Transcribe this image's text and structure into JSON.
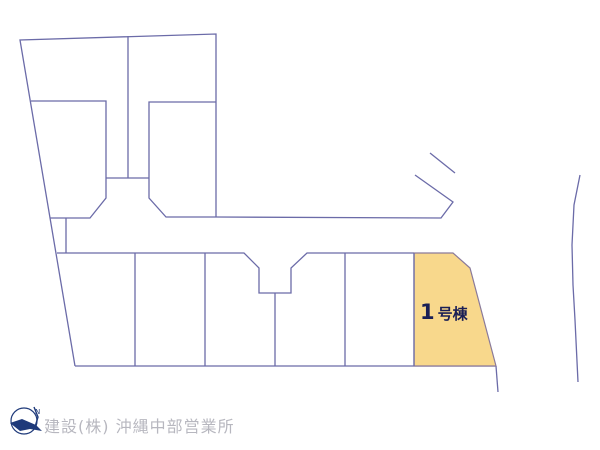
{
  "site_plan": {
    "line_color": "#6b6ba8",
    "highlight_fill": "#f8d88c",
    "highlight_stroke": "#8a7a9a",
    "highlighted_lot": {
      "number": "1",
      "suffix": "号棟",
      "label": "1号棟"
    }
  },
  "footer": {
    "logo_icon": "compass-bird-logo",
    "company_text": "建設(株) 沖縄中部営業所"
  }
}
